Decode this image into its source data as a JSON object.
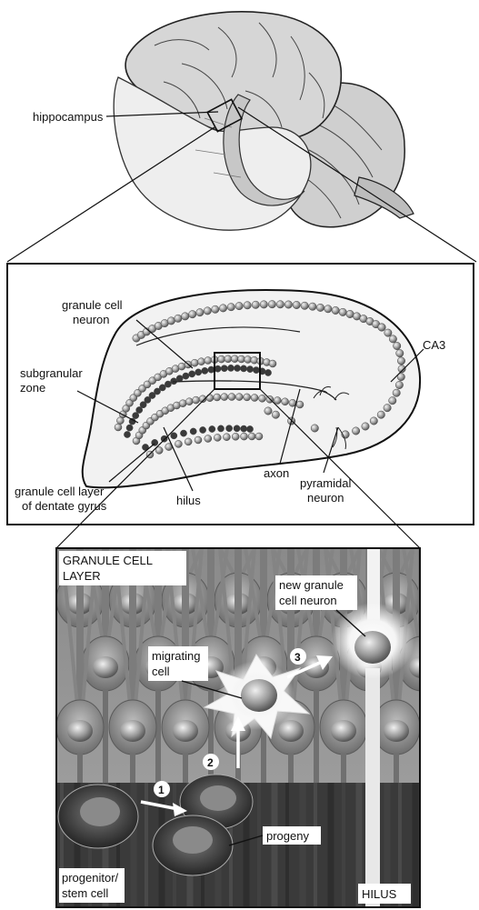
{
  "brain": {
    "hippocampus_label": "hippocampus"
  },
  "section": {
    "granule_cell_neuron": [
      "granule cell",
      "neuron"
    ],
    "subgranular_zone": [
      "subgranular",
      "zone"
    ],
    "granule_cell_layer": [
      "granule cell layer",
      "of dentate gyrus"
    ],
    "hilus": "hilus",
    "axon": "axon",
    "pyramidal_neuron": [
      "pyramidal",
      "neuron"
    ],
    "ca3": "CA3"
  },
  "detail": {
    "layer_title": [
      "GRANULE CELL",
      "LAYER"
    ],
    "new_granule_cell_neuron": [
      "new granule",
      "cell neuron"
    ],
    "migrating_cell": [
      "migrating",
      "cell"
    ],
    "step1": "1",
    "step2": "2",
    "step3": "3",
    "progeny": "progeny",
    "progenitor_stem_cell": [
      "progenitor/",
      "stem cell"
    ],
    "hilus_caps": "HILUS"
  }
}
